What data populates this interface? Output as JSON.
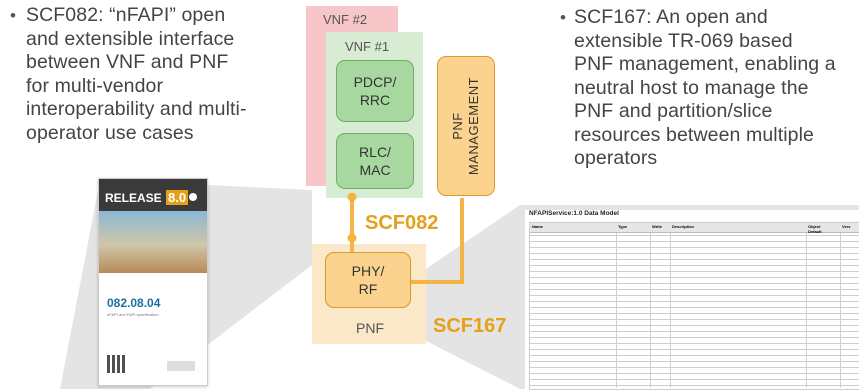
{
  "left_bullet": {
    "lines": [
      "SCF082: “nFAPI” open",
      "and extensible interface",
      "between VNF and PNF",
      "for multi-vendor",
      "interoperability and multi-",
      "operator use cases"
    ]
  },
  "right_bullet": {
    "lines": [
      "SCF167: An open and",
      "extensible TR-069 based",
      "PNF management, enabling a",
      "neutral host to manage the",
      "PNF and partition/slice",
      "resources between multiple",
      "operators"
    ]
  },
  "diagram": {
    "vnf2_label": "VNF #2",
    "vnf1_label": "VNF #1",
    "pdcp_label": "PDCP/\nRRC",
    "rlc_label": "RLC/\nMAC",
    "pnf_mgmt_label": "PNF\nMANAGEMENT",
    "phy_label": "PHY/\nRF",
    "pnf_label": "PNF",
    "scf082_label": "SCF082",
    "scf167_label": "SCF167",
    "colors": {
      "vnf2": "#f7c6c9",
      "vnf1": "#d7ecd2",
      "module_green": "#a7d8a0",
      "orange": "#f5b443",
      "pnf_bg": "#fbe8c8",
      "module_orange": "#fbd38f"
    }
  },
  "doc_cover": {
    "release_label": "RELEASE",
    "release_number": "8.0",
    "doc_number": "082.08.04",
    "doc_subtitle": "nFAPI and FAPI specification"
  },
  "data_model": {
    "title": "NFAPIService:1.0 Data Model",
    "headers": [
      "Name",
      "Type",
      "Write",
      "Description",
      "Object Default",
      "Vers"
    ]
  }
}
